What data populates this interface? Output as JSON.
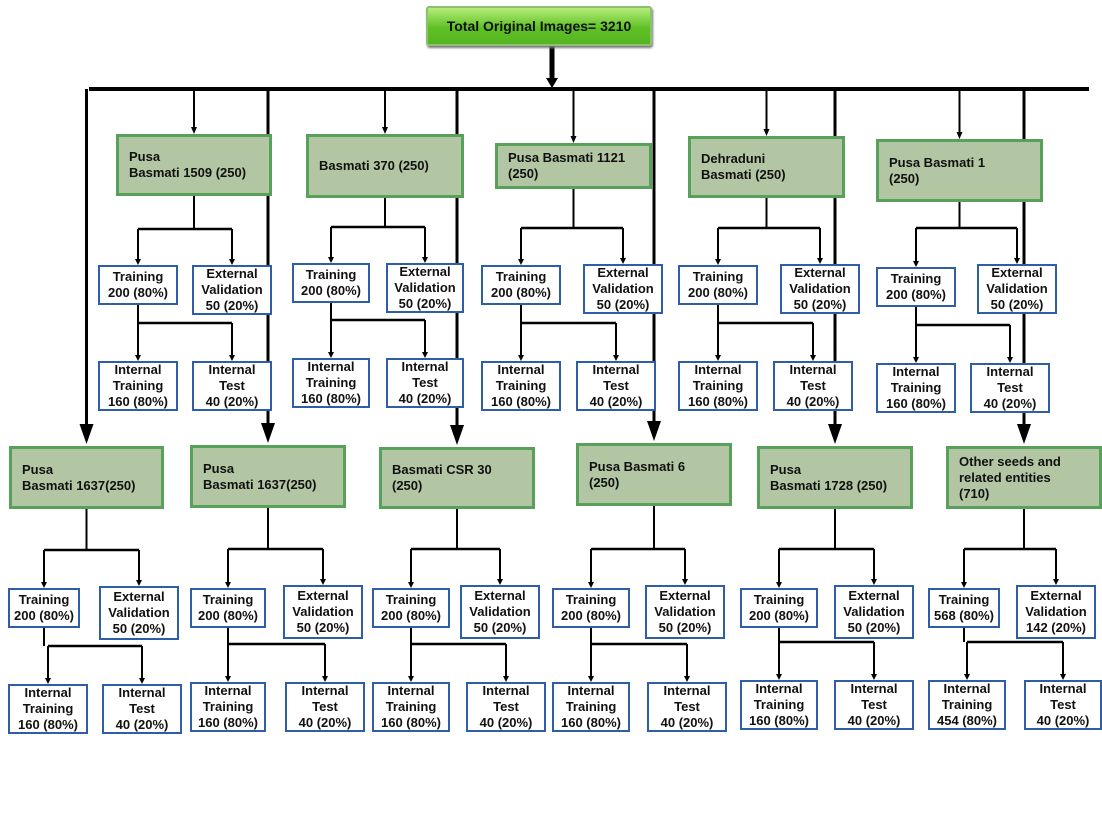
{
  "root": {
    "label": "Total Original Images= 3210"
  },
  "categories": [
    {
      "name": "Pusa\nBasmati 1509 (250)",
      "training": "Training\n200 (80%)",
      "external": "External\nValidation\n50 (20%)",
      "internal_training": "Internal\nTraining\n160 (80%)",
      "internal_test": "Internal\nTest\n40 (20%)"
    },
    {
      "name": "Basmati 370 (250)",
      "training": "Training\n200 (80%)",
      "external": "External\nValidation\n50 (20%)",
      "internal_training": "Internal\nTraining\n160 (80%)",
      "internal_test": "Internal\nTest\n40 (20%)"
    },
    {
      "name": "Pusa Basmati 1121\n(250)",
      "training": "Training\n200 (80%)",
      "external": "External\nValidation\n50 (20%)",
      "internal_training": "Internal\nTraining\n160 (80%)",
      "internal_test": "Internal\nTest\n40 (20%)"
    },
    {
      "name": "Dehraduni\nBasmati (250)",
      "training": "Training\n200 (80%)",
      "external": "External\nValidation\n50 (20%)",
      "internal_training": "Internal\nTraining\n160 (80%)",
      "internal_test": "Internal\nTest\n40 (20%)"
    },
    {
      "name": "Pusa Basmati 1\n(250)",
      "training": "Training\n200 (80%)",
      "external": "External\nValidation\n50 (20%)",
      "internal_training": "Internal\nTraining\n160 (80%)",
      "internal_test": "Internal\nTest\n40 (20%)"
    },
    {
      "name": "Pusa\nBasmati 1637(250)",
      "training": "Training\n200 (80%)",
      "external": "External\nValidation\n50 (20%)",
      "internal_training": "Internal\nTraining\n160 (80%)",
      "internal_test": "Internal\nTest\n40 (20%)"
    },
    {
      "name": "Pusa\nBasmati 1637(250)",
      "training": "Training\n200 (80%)",
      "external": "External\nValidation\n50 (20%)",
      "internal_training": "Internal\nTraining\n160 (80%)",
      "internal_test": "Internal\nTest\n40 (20%)"
    },
    {
      "name": "Basmati CSR 30\n(250)",
      "training": "Training\n200 (80%)",
      "external": "External\nValidation\n50 (20%)",
      "internal_training": "Internal\nTraining\n160 (80%)",
      "internal_test": "Internal\nTest\n40 (20%)"
    },
    {
      "name": "Pusa Basmati 6\n(250)",
      "training": "Training\n200 (80%)",
      "external": "External\nValidation\n50 (20%)",
      "internal_training": "Internal\nTraining\n160 (80%)",
      "internal_test": "Internal\nTest\n40 (20%)"
    },
    {
      "name": "Pusa\nBasmati 1728 (250)",
      "training": "Training\n200 (80%)",
      "external": "External\nValidation\n50 (20%)",
      "internal_training": "Internal\nTraining\n160 (80%)",
      "internal_test": "Internal\nTest\n40 (20%)"
    },
    {
      "name": "Other seeds and\nrelated entities\n(710)",
      "training": "Training\n568 (80%)",
      "external": "External\nValidation\n142 (20%)",
      "internal_training": "Internal\nTraining\n454 (80%)",
      "internal_test": "Internal\nTest\n40 (20%)"
    }
  ],
  "colors": {
    "category_fill": "#b3c6a3",
    "category_border": "#58a15a",
    "leaf_border": "#2e5ea8",
    "root_fill": "#5fc126",
    "connector": "#000000"
  }
}
